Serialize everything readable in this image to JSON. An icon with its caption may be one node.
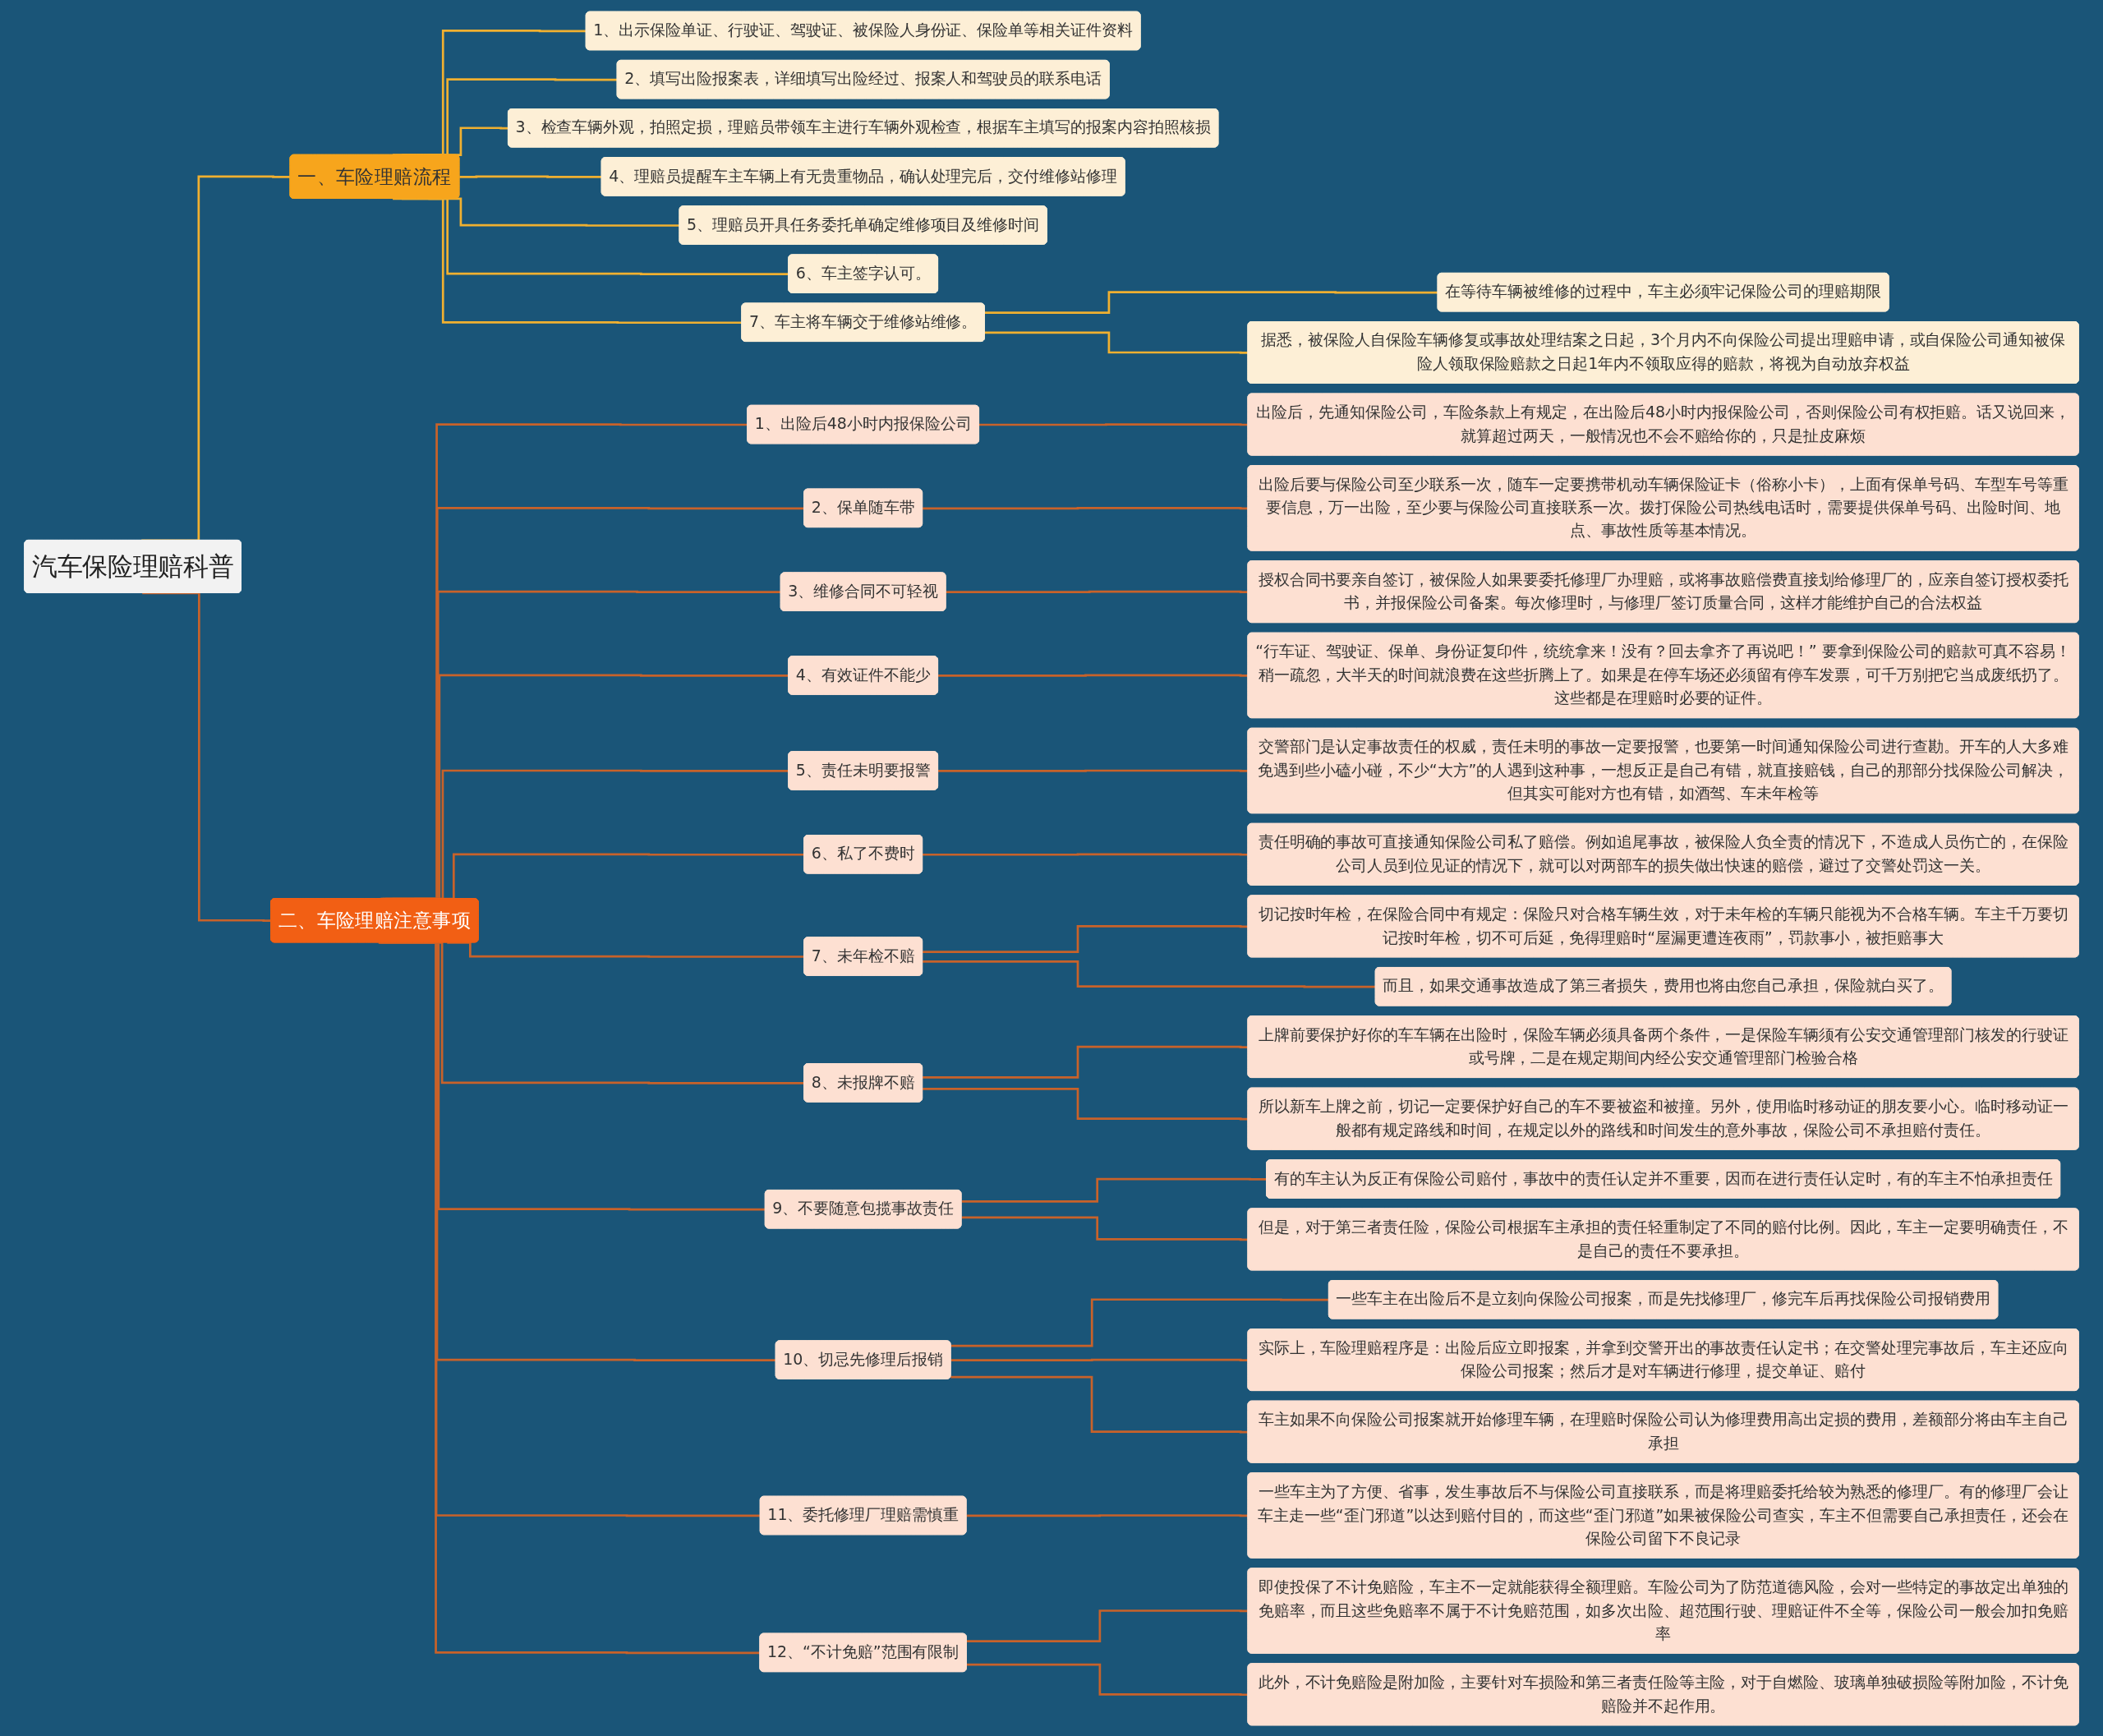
{
  "diagram": {
    "nodes": [
      {
        "text": [
          "汽车保险理赔科普"
        ]
      },
      {
        "text": [
          "一、车险理赔流程"
        ]
      },
      {
        "text": [
          "1、出示保险单证、行驶证、驾驶证、被保险人身份证、保险单等相关证件资料"
        ]
      },
      {
        "text": [
          "2、填写出险报案表，详细填写出险经过、报案人和驾驶员的联系电话"
        ]
      },
      {
        "text": [
          "3、检查车辆外观，拍照定损，理赔员带领车主进行车辆外观检查，根据车主填写的报案内容拍照核损"
        ]
      },
      {
        "text": [
          "4、理赔员提醒车主车辆上有无贵重物品，确认处理完后，交付维修站修理"
        ]
      },
      {
        "text": [
          "5、理赔员开具任务委托单确定维修项目及维修时间"
        ]
      },
      {
        "text": [
          "6、车主签字认可。"
        ]
      },
      {
        "text": [
          "7、车主将车辆交于维修站维修。"
        ]
      },
      {
        "text": [
          "在等待车辆被维修的过程中，车主必须牢记保险公司的理赔期限"
        ]
      },
      {
        "text": [
          "据悉，被保险人自保险车辆修复或事故处理结案之日起，3个月内不向保险公司提出理赔申请，或自保险公司通知被保险人领取保险赔款之日起1年内不领取应得的赔款，将视为自动放弃权益"
        ]
      },
      {
        "text": [
          "二、车险理赔注意事项"
        ]
      },
      {
        "text": [
          "1、出险后48小时内报保险公司"
        ]
      },
      {
        "text": [
          "出险后，先通知保险公司，车险条款上有规定，在出险后48小时内报保险公司，否则保险公司有权拒赔。话又说回来，就算超过两天，一般情况也不会不赔给你的，只是扯皮麻烦"
        ]
      },
      {
        "text": [
          "2、保单随车带"
        ]
      },
      {
        "text": [
          "出险后要与保险公司至少联系一次，随车一定要携带机动车辆保险证卡（俗称小卡），上面有保单号码、车型车号等重要信息，万一出险，至少要与保险公司直接联系一次。拨打保险公司热线电话时，需要提供保单号码、出险时间、地点、事故性质等基本情况。"
        ]
      },
      {
        "text": [
          "3、维修合同不可轻视"
        ]
      },
      {
        "text": [
          "授权合同书要亲自签订，被保险人如果要委托修理厂办理赔，或将事故赔偿费直接划给修理厂的，应亲自签订授权委托书，并报保险公司备案。每次修理时，与修理厂签订质量合同，这样才能维护自己的合法权益"
        ]
      },
      {
        "text": [
          "4、有效证件不能少"
        ]
      },
      {
        "text": [
          "“行车证、驾驶证、保单、身份证复印件，统统拿来！没有？回去拿齐了再说吧！” 要拿到保险公司的赔款可真不容易！稍一疏忽，大半天的时间就浪费在这些折腾上了。如果是在停车场还必须留有停车发票，可千万别把它当成废纸扔了。这些都是在理赔时必要的证件。"
        ]
      },
      {
        "text": [
          "5、责任未明要报警"
        ]
      },
      {
        "text": [
          "交警部门是认定事故责任的权威，责任未明的事故一定要报警，也要第一时间通知保险公司进行查勘。开车的人大多难免遇到些小磕小碰，不少“大方”的人遇到这种事，一想反正是自己有错，就直接赔钱，自己的那部分找保险公司解决，但其实可能对方也有错，如酒驾、车未年检等"
        ]
      },
      {
        "text": [
          "6、私了不费时"
        ]
      },
      {
        "text": [
          "责任明确的事故可直接通知保险公司私了赔偿。例如追尾事故，被保险人负全责的情况下，不造成人员伤亡的，在保险公司人员到位见证的情况下，就可以对两部车的损失做出快速的赔偿，避过了交警处罚这一关。"
        ]
      },
      {
        "text": [
          "7、未年检不赔"
        ]
      },
      {
        "text": [
          "切记按时年检，在保险合同中有规定：保险只对合格车辆生效，对于未年检的车辆只能视为不合格车辆。车主千万要切记按时年检，切不可后延，免得理赔时“屋漏更遭连夜雨”，罚款事小，被拒赔事大"
        ]
      },
      {
        "text": [
          "而且，如果交通事故造成了第三者损失，费用也将由您自己承担，保险就白买了。"
        ]
      },
      {
        "text": [
          "8、未报牌不赔"
        ]
      },
      {
        "text": [
          "上牌前要保护好你的车车辆在出险时，保险车辆必须具备两个条件，一是保险车辆须有公安交通管理部门核发的行驶证或号牌，二是在规定期间内经公安交通管理部门检验合格"
        ]
      },
      {
        "text": [
          "所以新车上牌之前，切记一定要保护好自己的车不要被盗和被撞。另外，使用临时移动证的朋友要小心。临时移动证一般都有规定路线和时间，在规定以外的路线和时间发生的意外事故，保险公司不承担赔付责任。"
        ]
      },
      {
        "text": [
          "9、不要随意包揽事故责任"
        ]
      },
      {
        "text": [
          "有的车主认为反正有保险公司赔付，事故中的责任认定并不重要，因而在进行责任认定时，有的车主不怕承担责任"
        ]
      },
      {
        "text": [
          "但是，对于第三者责任险，保险公司根据车主承担的责任轻重制定了不同的赔付比例。因此，车主一定要明确责任，不是自己的责任不要承担。"
        ]
      },
      {
        "text": [
          "10、切忌先修理后报销"
        ]
      },
      {
        "text": [
          "一些车主在出险后不是立刻向保险公司报案，而是先找修理厂，修完车后再找保险公司报销费用"
        ]
      },
      {
        "text": [
          "实际上，车险理赔程序是：出险后应立即报案，并拿到交警开出的事故责任认定书；在交警处理完事故后，车主还应向保险公司报案；然后才是对车辆进行修理，提交单证、赔付"
        ]
      },
      {
        "text": [
          "车主如果不向保险公司报案就开始修理车辆，在理赔时保险公司认为修理费用高出定损的费用，差额部分将由车主自己承担"
        ]
      },
      {
        "text": [
          "11、委托修理厂理赔需慎重"
        ]
      },
      {
        "text": [
          "一些车主为了方便、省事，发生事故后不与保险公司直接联系，而是将理赔委托给较为熟悉的修理厂。有的修理厂会让车主走一些“歪门邪道”以达到赔付目的，而这些“歪门邪道”如果被保险公司查实，车主不但需要自己承担责任，还会在保险公司留下不良记录"
        ]
      },
      {
        "text": [
          "12、“不计免赔”范围有限制"
        ]
      },
      {
        "text": [
          "即使投保了不计免赔险，车主不一定就能获得全额理赔。车险公司为了防范道德风险，会对一些特定的事故定出单独的免赔率，而且这些免赔率不属于不计免赔范围，如多次出险、超范围行驶、理赔证件不全等，保险公司一般会加扣免赔率"
        ]
      },
      {
        "text": [
          "此外，不计免赔险是附加险，主要针对车损险和第三者责任险等主险，对于自燃险、玻璃单独破损险等附加险，不计免赔险并不起作用。"
        ]
      }
    ],
    "edges": [
      {
        "from": 0,
        "to": 1,
        "arrow": "none",
        "color": "#f0b030"
      },
      {
        "from": 1,
        "to": 2,
        "arrow": "none",
        "color": "#f0b030"
      },
      {
        "from": 1,
        "to": 3,
        "arrow": "none",
        "color": "#f0b030"
      },
      {
        "from": 1,
        "to": 4,
        "arrow": "none",
        "color": "#f0b030"
      },
      {
        "from": 1,
        "to": 5,
        "arrow": "none",
        "color": "#f0b030"
      },
      {
        "from": 1,
        "to": 6,
        "arrow": "none",
        "color": "#f0b030"
      },
      {
        "from": 1,
        "to": 7,
        "arrow": "none",
        "color": "#f0b030"
      },
      {
        "from": 1,
        "to": 8,
        "arrow": "none",
        "color": "#f0b030"
      },
      {
        "from": 8,
        "to": 9,
        "arrow": "none",
        "color": "#f0b030"
      },
      {
        "from": 8,
        "to": 10,
        "arrow": "none",
        "color": "#f0b030"
      },
      {
        "from": 0,
        "to": 11,
        "arrow": "none"
      },
      {
        "from": 11,
        "to": 12,
        "arrow": "none"
      },
      {
        "from": 12,
        "to": 13,
        "arrow": "none"
      },
      {
        "from": 11,
        "to": 14,
        "arrow": "none"
      },
      {
        "from": 14,
        "to": 15,
        "arrow": "none"
      },
      {
        "from": 11,
        "to": 16,
        "arrow": "none"
      },
      {
        "from": 16,
        "to": 17,
        "arrow": "none"
      },
      {
        "from": 11,
        "to": 18,
        "arrow": "none"
      },
      {
        "from": 18,
        "to": 19,
        "arrow": "none"
      },
      {
        "from": 11,
        "to": 20,
        "arrow": "none"
      },
      {
        "from": 20,
        "to": 21,
        "arrow": "none"
      },
      {
        "from": 11,
        "to": 22,
        "arrow": "none"
      },
      {
        "from": 22,
        "to": 23,
        "arrow": "none"
      },
      {
        "from": 11,
        "to": 24,
        "arrow": "none"
      },
      {
        "from": 24,
        "to": 25,
        "arrow": "none"
      },
      {
        "from": 24,
        "to": 26,
        "arrow": "none"
      },
      {
        "from": 11,
        "to": 27,
        "arrow": "none"
      },
      {
        "from": 27,
        "to": 28,
        "arrow": "none"
      },
      {
        "from": 27,
        "to": 29,
        "arrow": "none"
      },
      {
        "from": 11,
        "to": 30,
        "arrow": "none"
      },
      {
        "from": 30,
        "to": 31,
        "arrow": "none"
      },
      {
        "from": 30,
        "to": 32,
        "arrow": "none"
      },
      {
        "from": 11,
        "to": 33,
        "arrow": "none"
      },
      {
        "from": 33,
        "to": 34,
        "arrow": "none"
      },
      {
        "from": 33,
        "to": 35,
        "arrow": "none"
      },
      {
        "from": 33,
        "to": 36,
        "arrow": "none"
      },
      {
        "from": 11,
        "to": 37,
        "arrow": "none"
      },
      {
        "from": 37,
        "to": 38,
        "arrow": "none"
      },
      {
        "from": 11,
        "to": 39,
        "arrow": "none"
      },
      {
        "from": 39,
        "to": 40,
        "arrow": "none"
      },
      {
        "from": 39,
        "to": 41,
        "arrow": "none"
      }
    ]
  }
}
